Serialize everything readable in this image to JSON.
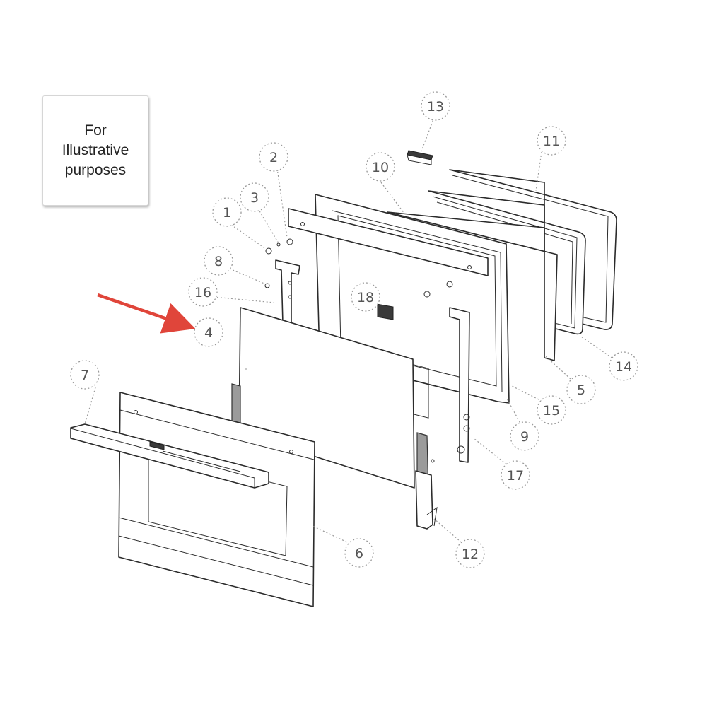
{
  "note": {
    "text": "For\nIllustrative\npurposes"
  },
  "callouts": [
    "1",
    "2",
    "3",
    "4",
    "5",
    "6",
    "7",
    "8",
    "9",
    "10",
    "11",
    "12",
    "13",
    "14",
    "15",
    "16",
    "17",
    "18"
  ],
  "highlight": {
    "target": "4",
    "color": "#e0453a"
  }
}
